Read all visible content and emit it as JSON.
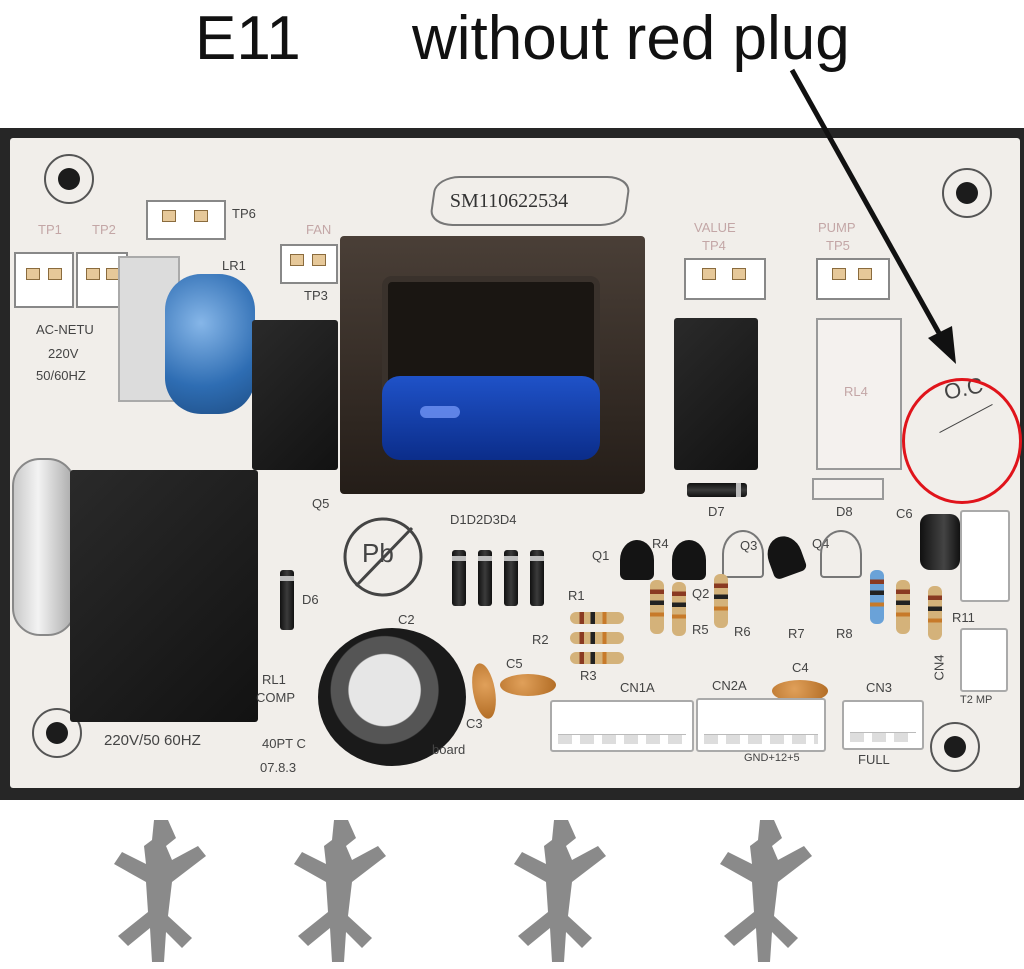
{
  "captions": {
    "error_code": "E11",
    "note": "without red plug"
  },
  "board": {
    "serial": "SM110622534",
    "labels": {
      "tp1": "TP1",
      "tp2": "TP2",
      "tp3": "TP3",
      "tp4": "TP4",
      "tp5": "TP5",
      "tp6": "TP6",
      "fan": "FAN",
      "value": "VALUE",
      "pump": "PUMP",
      "lr1": "LR1",
      "ac_net": "AC-NETU",
      "voltage": "220V",
      "freq": "50/60HZ",
      "rl1": "RL1",
      "comp": "COMP",
      "relay_rating": "220V/50 60HZ",
      "board_name": "40PT C",
      "board_suffix": "board",
      "date": "07.8.3",
      "rl4": "RL4",
      "oc": "O.C",
      "q1": "Q1",
      "q2": "Q2",
      "q3": "Q3",
      "q4": "Q4",
      "q5": "Q5",
      "d1d4": "D1D2D3D4",
      "d6": "D6",
      "d7": "D7",
      "d8": "D8",
      "c2": "C2",
      "c3": "C3",
      "c4": "C4",
      "c5": "C5",
      "c6": "C6",
      "r1": "R1",
      "r2": "R2",
      "r3": "R3",
      "r4": "R4",
      "r5": "R5",
      "r6": "R6",
      "r7": "R7",
      "r8": "R8",
      "r11": "R11",
      "cn1a": "CN1A",
      "cn2a": "CN2A",
      "cn2a_pins": "GND+12+5",
      "cn3": "CN3",
      "cn3_label": "FULL",
      "cn4": "CN4",
      "cn4_pins": "T2 MP",
      "pb": "Pb"
    }
  },
  "colors": {
    "highlight_circle": "#e0141b",
    "arrow": "#111111",
    "screw": "#8a8a8a"
  }
}
